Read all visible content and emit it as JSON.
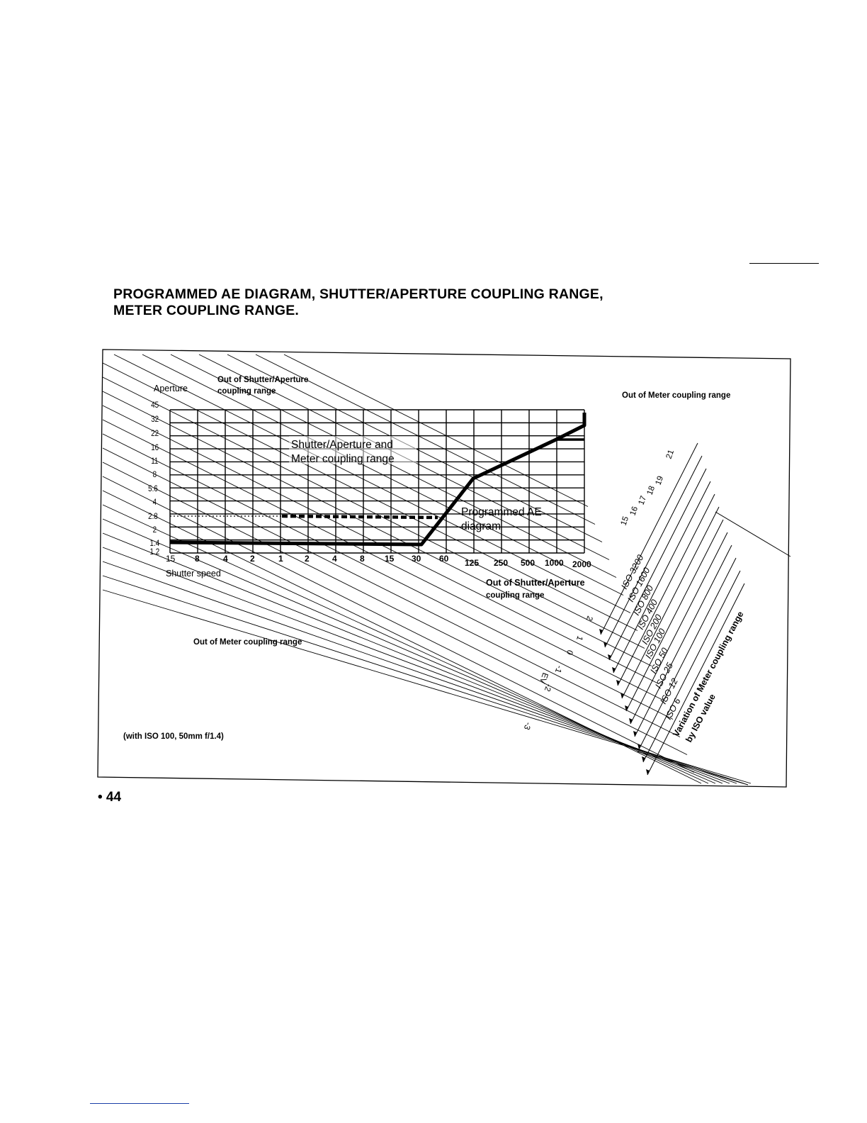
{
  "heading": {
    "line1": "PROGRAMMED AE DIAGRAM, SHUTTER/APERTURE COUPLING RANGE,",
    "line2": "METER COUPLING RANGE."
  },
  "page_number": "• 44",
  "diagram": {
    "aperture_label": "Aperture",
    "shutter_label": "Shutter speed",
    "aperture_ticks": [
      "45",
      "32",
      "22",
      "16",
      "11",
      "8",
      "5.6",
      "4",
      "2.8",
      "2",
      "1.4",
      "1.2"
    ],
    "shutter_ticks": [
      "15",
      "8",
      "4",
      "2",
      "1",
      "2",
      "4",
      "8",
      "15",
      "30",
      "60",
      "125",
      "250",
      "500",
      "1000",
      "2000"
    ],
    "zone_shutter_aperture_top": [
      "Out of Shutter/Aperture",
      "coupling range"
    ],
    "zone_shutter_aperture_right": [
      "Out of Shutter/Aperture",
      "coupling range"
    ],
    "zone_meter_right": "Out of Meter coupling range",
    "zone_meter_bottom": "Out of Meter coupling range",
    "coupling_range_label": [
      "Shutter/Aperture and",
      "Meter coupling range"
    ],
    "programmed_ae_label": [
      "Programmed AE",
      "diagram"
    ],
    "conditions_note": "(with ISO 100, 50mm f/1.4)",
    "ev_label": "EV",
    "ev_values": [
      "-3",
      "-2",
      "-1",
      "0",
      "1",
      "2",
      "15",
      "16",
      "17",
      "18",
      "19",
      "21"
    ],
    "iso_values": [
      "ISO 3200",
      "ISO 1600",
      "ISO 800",
      "ISO 400",
      "ISO 200",
      "ISO 100",
      "ISO 50",
      "ISO 25",
      "ISO 12",
      "ISO 6"
    ],
    "iso_variation_label": [
      "Variation of Meter coupling range",
      "by ISO value"
    ]
  }
}
